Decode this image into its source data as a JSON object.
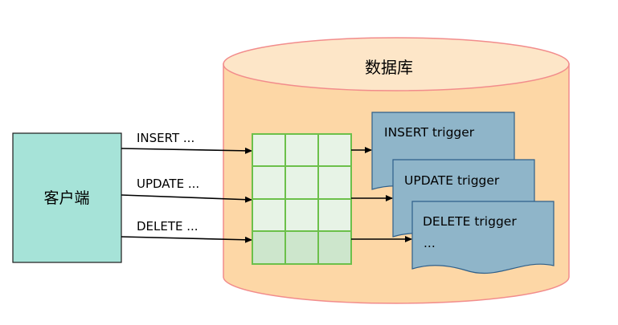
{
  "database": {
    "title": "数据库"
  },
  "client": {
    "label": "客户端"
  },
  "operations": {
    "insert": "INSERT ...",
    "update": "UPDATE ...",
    "delete": "DELETE ..."
  },
  "triggers": {
    "insert": "INSERT trigger",
    "update": "UPDATE trigger",
    "delete": "DELETE trigger",
    "more": "..."
  },
  "colors": {
    "cylinder_fill": "#fdd7a6",
    "cylinder_stroke": "#f28c8c",
    "client_fill": "#a6e3d8",
    "table_fill": "#e7f3e6",
    "table_last_row_fill": "#cde6cc",
    "table_stroke": "#6cc04a",
    "document_fill": "#8fb5c9",
    "document_stroke": "#2e5f8a",
    "arrow": "#000000"
  }
}
